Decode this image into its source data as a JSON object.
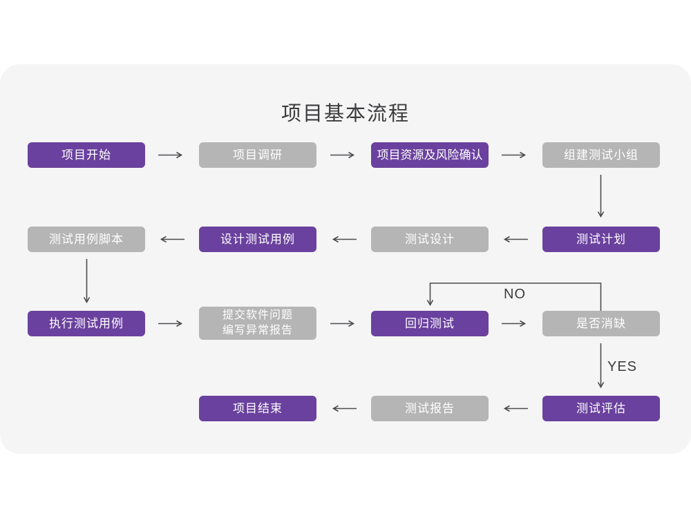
{
  "page": {
    "title": "项目基本流程",
    "background": "#ffffff",
    "card_background": "#f5f5f6"
  },
  "colors": {
    "primary_node": "#6a419e",
    "secondary_node": "#b5b5b6",
    "node_text": "#ffffff",
    "arrow": "#4b4b4d",
    "title_text": "#3c3c3e"
  },
  "flowchart": {
    "edge_labels": {
      "no": "NO",
      "yes": "YES"
    },
    "nodes": [
      {
        "id": "project-start",
        "label": "项目开始",
        "type": "primary",
        "row": 1,
        "col": 1
      },
      {
        "id": "project-research",
        "label": "项目调研",
        "type": "secondary",
        "row": 1,
        "col": 2
      },
      {
        "id": "resources-risk-confirm",
        "label": "项目资源及风险确认",
        "type": "primary",
        "row": 1,
        "col": 3
      },
      {
        "id": "form-test-team",
        "label": "组建测试小组",
        "type": "secondary",
        "row": 1,
        "col": 4
      },
      {
        "id": "test-plan",
        "label": "测试计划",
        "type": "primary",
        "row": 2,
        "col": 4
      },
      {
        "id": "test-design",
        "label": "测试设计",
        "type": "secondary",
        "row": 2,
        "col": 3
      },
      {
        "id": "design-test-cases",
        "label": "设计测试用例",
        "type": "primary",
        "row": 2,
        "col": 2
      },
      {
        "id": "test-case-scripts",
        "label": "测试用例脚本",
        "type": "secondary",
        "row": 2,
        "col": 1
      },
      {
        "id": "execute-test-cases",
        "label": "执行测试用例",
        "type": "primary",
        "row": 3,
        "col": 1
      },
      {
        "id": "submit-issue-report",
        "lines": [
          "提交软件问题",
          "编写异常报告"
        ],
        "type": "secondary",
        "row": 3,
        "col": 2
      },
      {
        "id": "regression-test",
        "label": "回归测试",
        "type": "primary",
        "row": 3,
        "col": 3
      },
      {
        "id": "defect-resolved",
        "label": "是否消缺",
        "type": "secondary",
        "row": 3,
        "col": 4
      },
      {
        "id": "test-evaluation",
        "label": "测试评估",
        "type": "primary",
        "row": 4,
        "col": 4
      },
      {
        "id": "test-report",
        "label": "测试报告",
        "type": "secondary",
        "row": 4,
        "col": 3
      },
      {
        "id": "project-end",
        "label": "项目结束",
        "type": "primary",
        "row": 4,
        "col": 2
      }
    ]
  }
}
